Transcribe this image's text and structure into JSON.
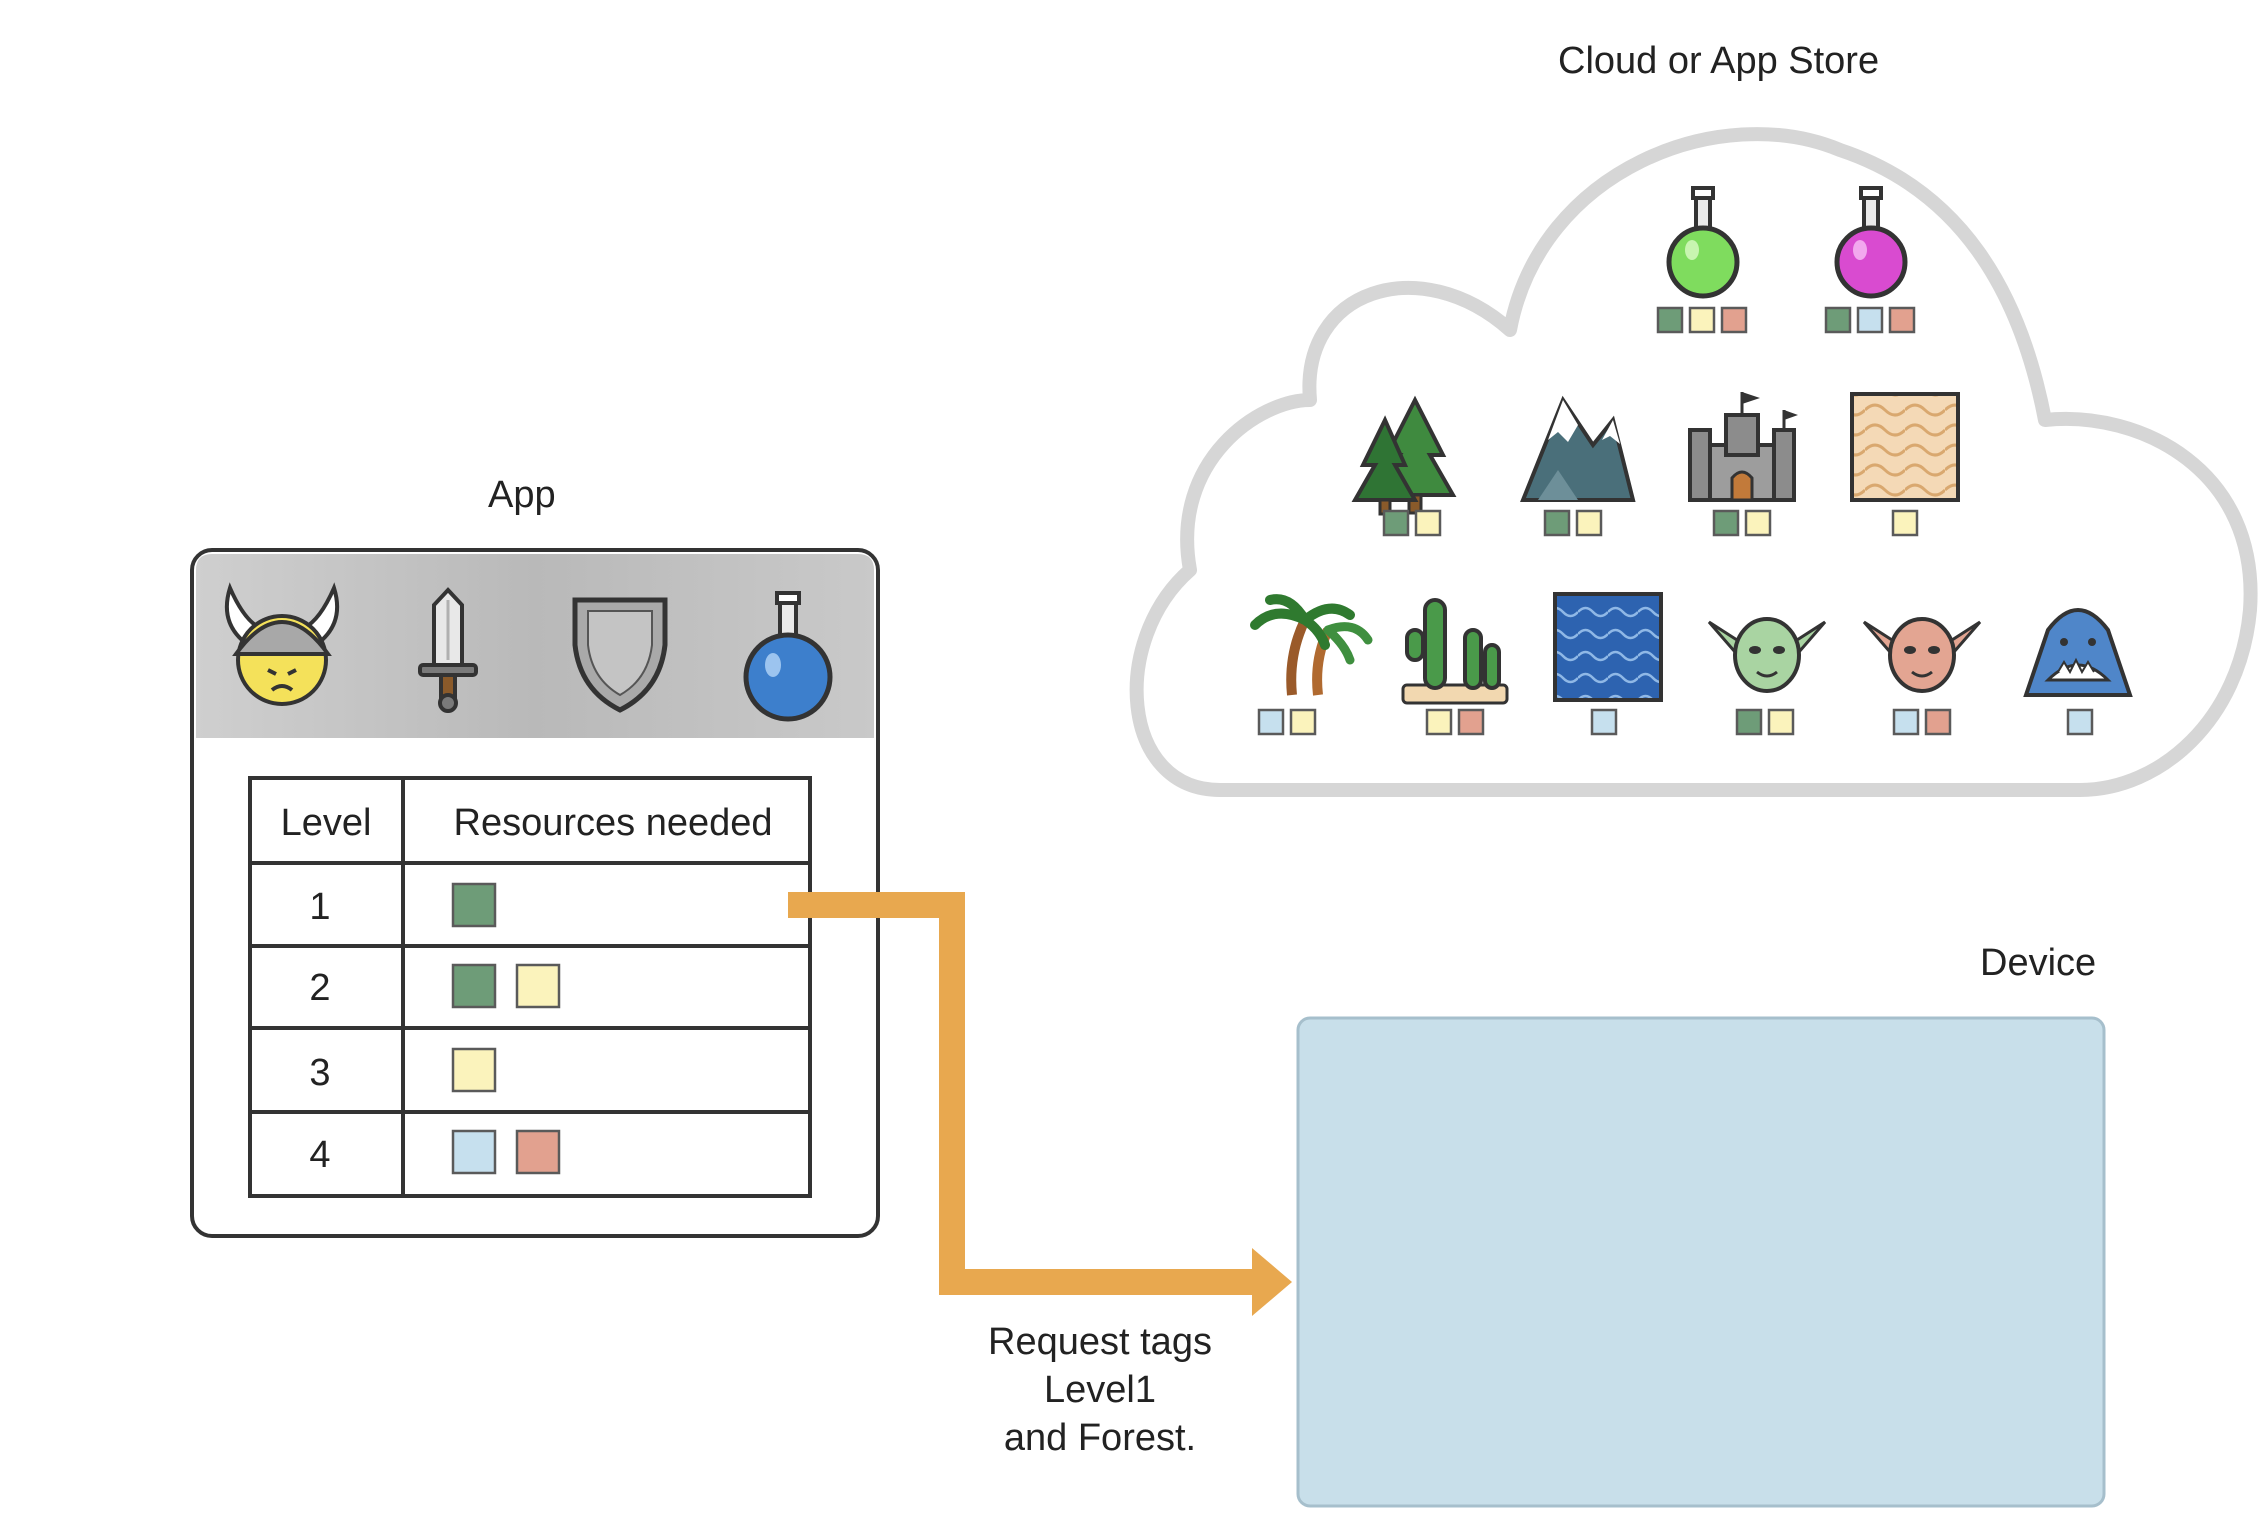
{
  "colors": {
    "tag_green": "#6e9c78",
    "tag_yellow": "#fbf3bc",
    "tag_blue": "#c6e0ee",
    "tag_red": "#e2a18f",
    "arrow": "#e8a84f",
    "cloud_stroke": "#d6d6d6",
    "device_fill": "#c8dfea"
  },
  "app": {
    "title": "App",
    "icons": [
      "viking-helmet-icon",
      "sword-icon",
      "shield-icon",
      "blue-potion-icon"
    ],
    "table": {
      "headers": [
        "Level",
        "Resources needed"
      ],
      "rows": [
        {
          "level": "1",
          "tags": [
            "green"
          ]
        },
        {
          "level": "2",
          "tags": [
            "green",
            "yellow"
          ]
        },
        {
          "level": "3",
          "tags": [
            "yellow"
          ]
        },
        {
          "level": "4",
          "tags": [
            "blue",
            "red"
          ]
        }
      ]
    }
  },
  "cloud": {
    "title": "Cloud or App Store",
    "resources": [
      {
        "name": "green-potion-icon",
        "tags": [
          "green",
          "yellow",
          "red"
        ]
      },
      {
        "name": "magenta-potion-icon",
        "tags": [
          "green",
          "blue",
          "red"
        ]
      },
      {
        "name": "forest-icon",
        "tags": [
          "green",
          "yellow"
        ]
      },
      {
        "name": "mountains-icon",
        "tags": [
          "green",
          "yellow"
        ]
      },
      {
        "name": "castle-icon",
        "tags": [
          "green",
          "yellow"
        ]
      },
      {
        "name": "sand-texture-icon",
        "tags": [
          "yellow"
        ]
      },
      {
        "name": "palm-trees-icon",
        "tags": [
          "blue",
          "yellow"
        ]
      },
      {
        "name": "cactus-icon",
        "tags": [
          "yellow",
          "red"
        ]
      },
      {
        "name": "water-texture-icon",
        "tags": [
          "blue"
        ]
      },
      {
        "name": "green-goblin-icon",
        "tags": [
          "green",
          "yellow"
        ]
      },
      {
        "name": "red-goblin-icon",
        "tags": [
          "blue",
          "red"
        ]
      },
      {
        "name": "shark-icon",
        "tags": [
          "blue"
        ]
      }
    ]
  },
  "device": {
    "title": "Device"
  },
  "request": {
    "line1": "Request tags",
    "line2": "Level1",
    "line3": "and Forest."
  }
}
